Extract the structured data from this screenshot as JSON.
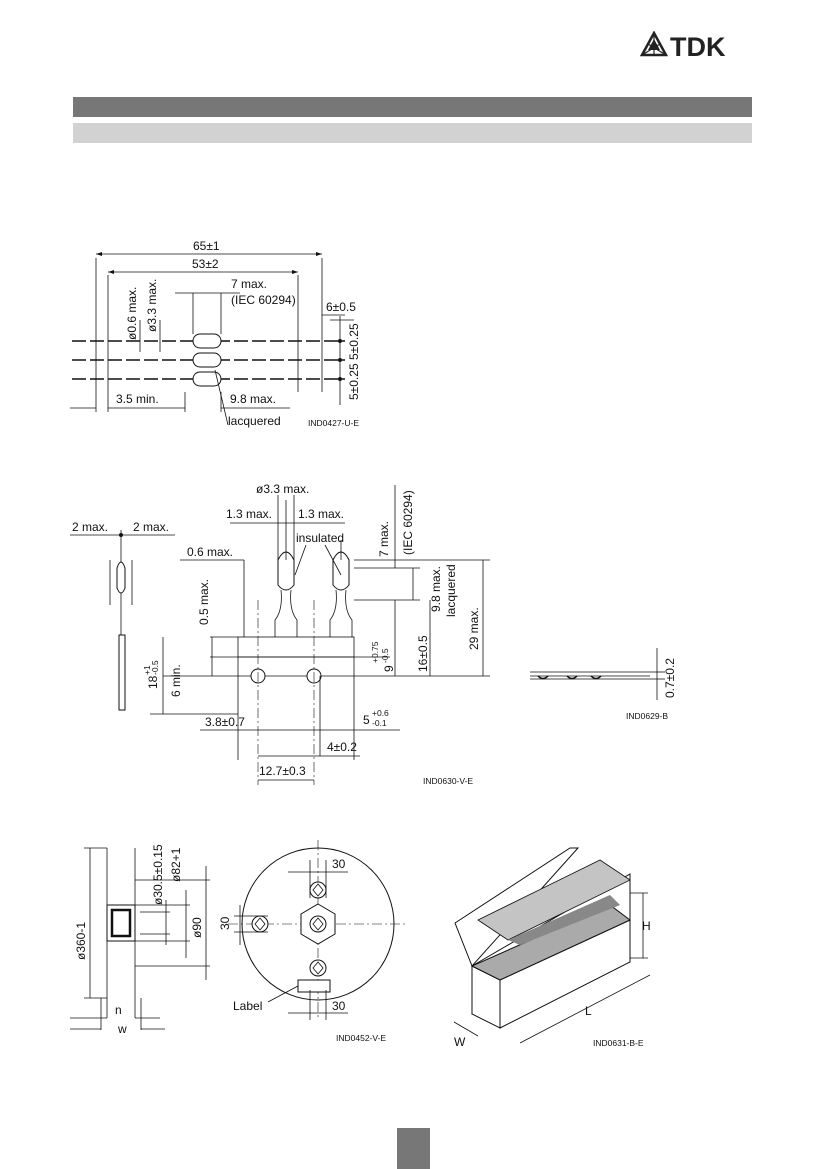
{
  "header": {
    "brand": "TDK"
  },
  "fig1": {
    "dims": [
      "65±1",
      "53±2",
      "7 max.",
      "(IEC 60294)",
      "6±0.5",
      "ø0.6 max.",
      "ø3.3 max.",
      "5±0.25",
      "5±0.25",
      "3.5 min.",
      "9.8 max.",
      "lacquered"
    ],
    "code": "IND0427-U-E"
  },
  "fig2": {
    "dims": [
      "ø3.3 max.",
      "2 max.",
      "2 max.",
      "1.3 max.",
      "1.3 max.",
      "insulated",
      "0.6 max.",
      "0.5 max.",
      "7 max.",
      "(IEC 60294)",
      "9.8 max.",
      "lacquered",
      "29 max.",
      "16±0.5",
      "9",
      "+0.75",
      "-0.5",
      "18",
      "+1",
      "-0.5",
      "6 min.",
      "3.8±0.7",
      "5",
      "+0.6",
      "-0.1",
      "4±0.2",
      "12.7±0.3"
    ],
    "code": "IND0630-V-E"
  },
  "fig3": {
    "dims": [
      "0.7±0.2"
    ],
    "code": "IND0629-B"
  },
  "fig4": {
    "dims": [
      "ø30.5±0.15",
      "ø82+1",
      "ø90",
      "ø360-1",
      "n",
      "w",
      "30",
      "30",
      "30",
      "Label"
    ],
    "code": "IND0452-V-E"
  },
  "fig5": {
    "dims": [
      "H",
      "L",
      "W"
    ],
    "code": "IND0631-B-E"
  }
}
